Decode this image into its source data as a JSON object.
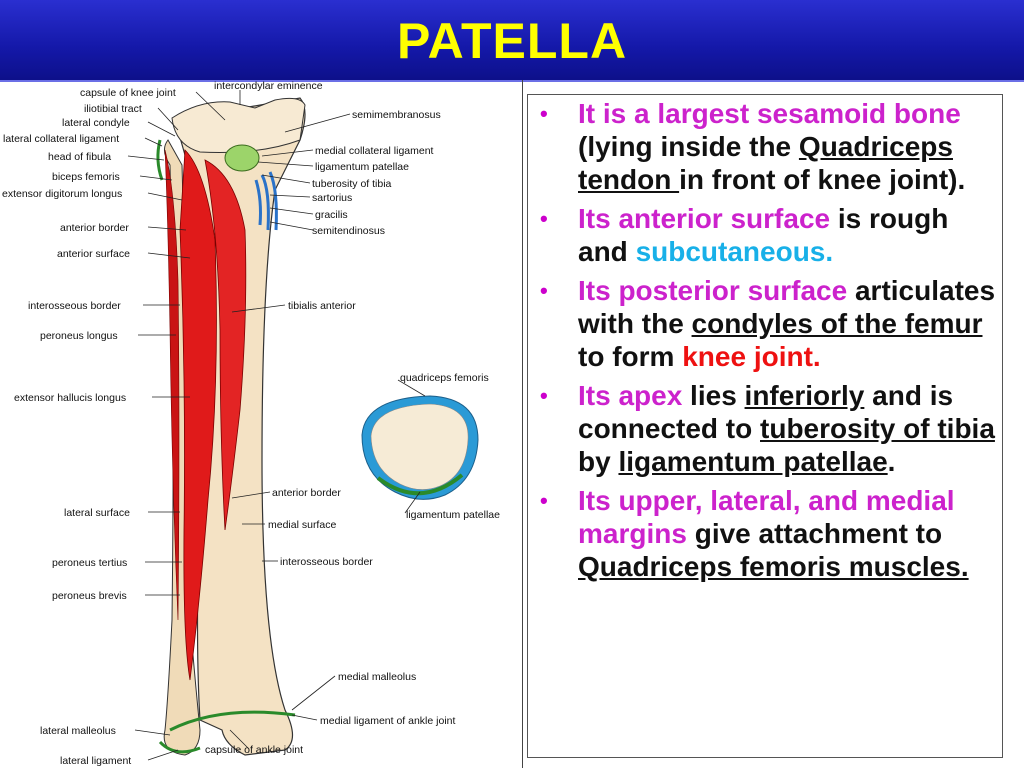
{
  "title": "PATELLA",
  "diagram": {
    "left_labels": [
      "capsule of knee joint",
      "iliotibial tract",
      "lateral condyle",
      "lateral collateral ligament",
      "head of fibula",
      "biceps femoris",
      "extensor digitorum longus",
      "anterior border",
      "anterior surface",
      "interosseous border",
      "peroneus longus",
      "extensor hallucis longus",
      "lateral surface",
      "peroneus tertius",
      "peroneus brevis",
      "lateral malleolus",
      "lateral ligament"
    ],
    "right_labels": [
      "intercondylar eminence",
      "semimembranosus",
      "medial collateral ligament",
      "ligamentum patellae",
      "tuberosity of tibia",
      "sartorius",
      "gracilis",
      "semitendinosus",
      "tibialis anterior",
      "anterior border",
      "medial surface",
      "interosseous border",
      "medial malleolus",
      "medial ligament of ankle joint",
      "capsule of ankle joint"
    ],
    "patella_labels": [
      "quadriceps femoris",
      "ligamentum patellae"
    ]
  },
  "bullets": [
    {
      "segments": [
        {
          "text": "It is a largest sesamoid bone",
          "style": "mag"
        },
        {
          "text": " (lying inside the ",
          "style": ""
        },
        {
          "text": "Quadriceps tendon ",
          "style": "u"
        },
        {
          "text": "in front of knee joint).",
          "style": ""
        }
      ]
    },
    {
      "segments": [
        {
          "text": "Its anterior surface",
          "style": "mag"
        },
        {
          "text": " is rough and ",
          "style": ""
        },
        {
          "text": "subcutaneous.",
          "style": "cyan"
        }
      ]
    },
    {
      "segments": [
        {
          "text": "Its posterior surface",
          "style": "mag"
        },
        {
          "text": " articulates with the ",
          "style": ""
        },
        {
          "text": "condyles of the femur ",
          "style": "u"
        },
        {
          "text": "to form ",
          "style": ""
        },
        {
          "text": "knee joint.",
          "style": "red"
        }
      ]
    },
    {
      "segments": [
        {
          "text": "Its apex",
          "style": "mag"
        },
        {
          "text": " lies ",
          "style": ""
        },
        {
          "text": "inferiorly",
          "style": "u"
        },
        {
          "text": " and is connected to ",
          "style": ""
        },
        {
          "text": "tuberosity of tibia ",
          "style": "u"
        },
        {
          "text": "by ",
          "style": ""
        },
        {
          "text": "ligamentum patellae",
          "style": "u"
        },
        {
          "text": ".",
          "style": ""
        }
      ]
    },
    {
      "segments": [
        {
          "text": "Its upper, lateral, and medial margins",
          "style": "mag"
        },
        {
          "text": " give attachment to ",
          "style": ""
        },
        {
          "text": "Quadriceps femoris muscles.",
          "style": "u"
        }
      ]
    }
  ]
}
